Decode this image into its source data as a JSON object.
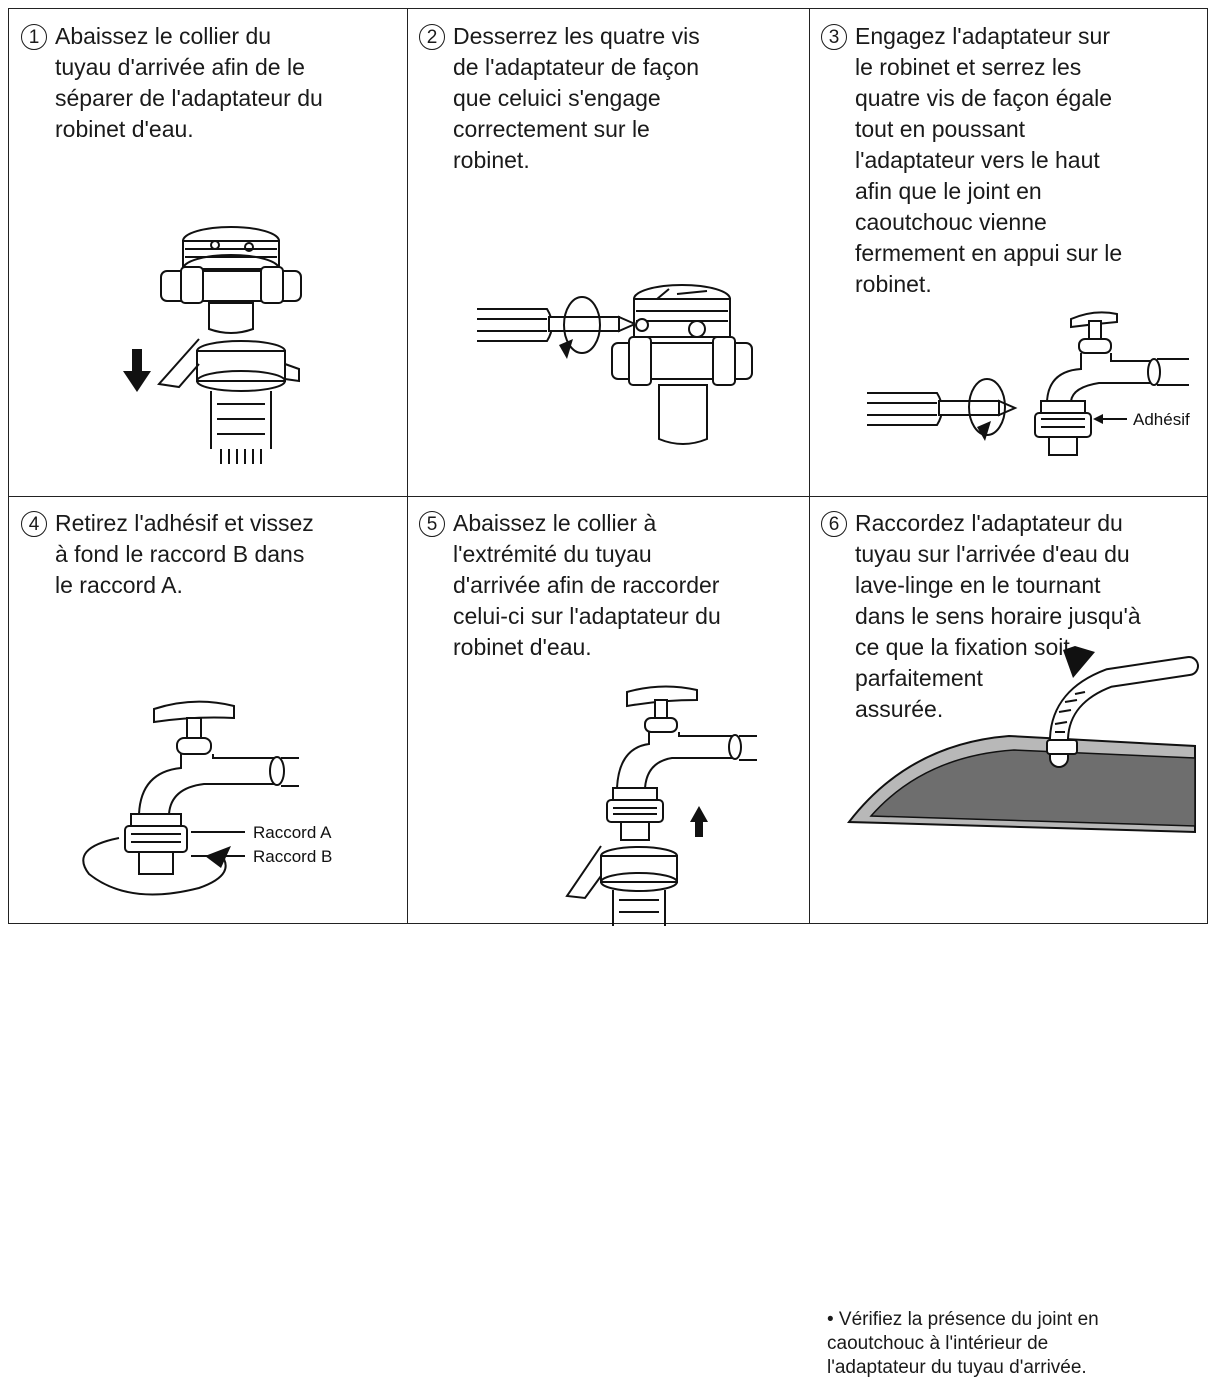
{
  "steps": [
    {
      "num": "1",
      "text": "Abaissez le collier du\ntuyau d'arrivée afin de le\nséparer de l'adaptateur du\nrobinet d'eau."
    },
    {
      "num": "2",
      "text": "Desserrez les quatre vis\nde l'adaptateur de façon\nque celuici s'engage\ncorrectement sur le\nrobinet."
    },
    {
      "num": "3",
      "text": "Engagez l'adaptateur sur\nle robinet et serrez les\nquatre vis de façon égale\ntout en poussant\nl'adaptateur vers le haut\nafin que le joint en\ncaoutchouc vienne\nfermement en appui sur le\nrobinet.",
      "label": "Adhésif"
    },
    {
      "num": "4",
      "text": "Retirez l'adhésif et vissez\nà fond le raccord B dans\nle raccord A.",
      "label_a": "Raccord A",
      "label_b": "Raccord B"
    },
    {
      "num": "5",
      "text": "Abaissez le collier à\nl'extrémité du tuyau\nd'arrivée afin de raccorder\ncelui-ci sur l'adaptateur du\nrobinet d'eau."
    },
    {
      "num": "6",
      "text": "Raccordez l'adaptateur du\ntuyau sur l'arrivée d'eau du\nlave-linge en le tournant\ndans le sens horaire jusqu'à\nce que la fixation soit\nparfaitement\nassurée.",
      "note": "• Vérifiez la présence du joint en\n  caoutchouc à l'intérieur de\n  l'adaptateur du tuyau d'arrivée."
    }
  ],
  "icons": [
    "down-arrow-icon",
    "rotate-arrow-icon",
    "up-arrow-icon"
  ]
}
